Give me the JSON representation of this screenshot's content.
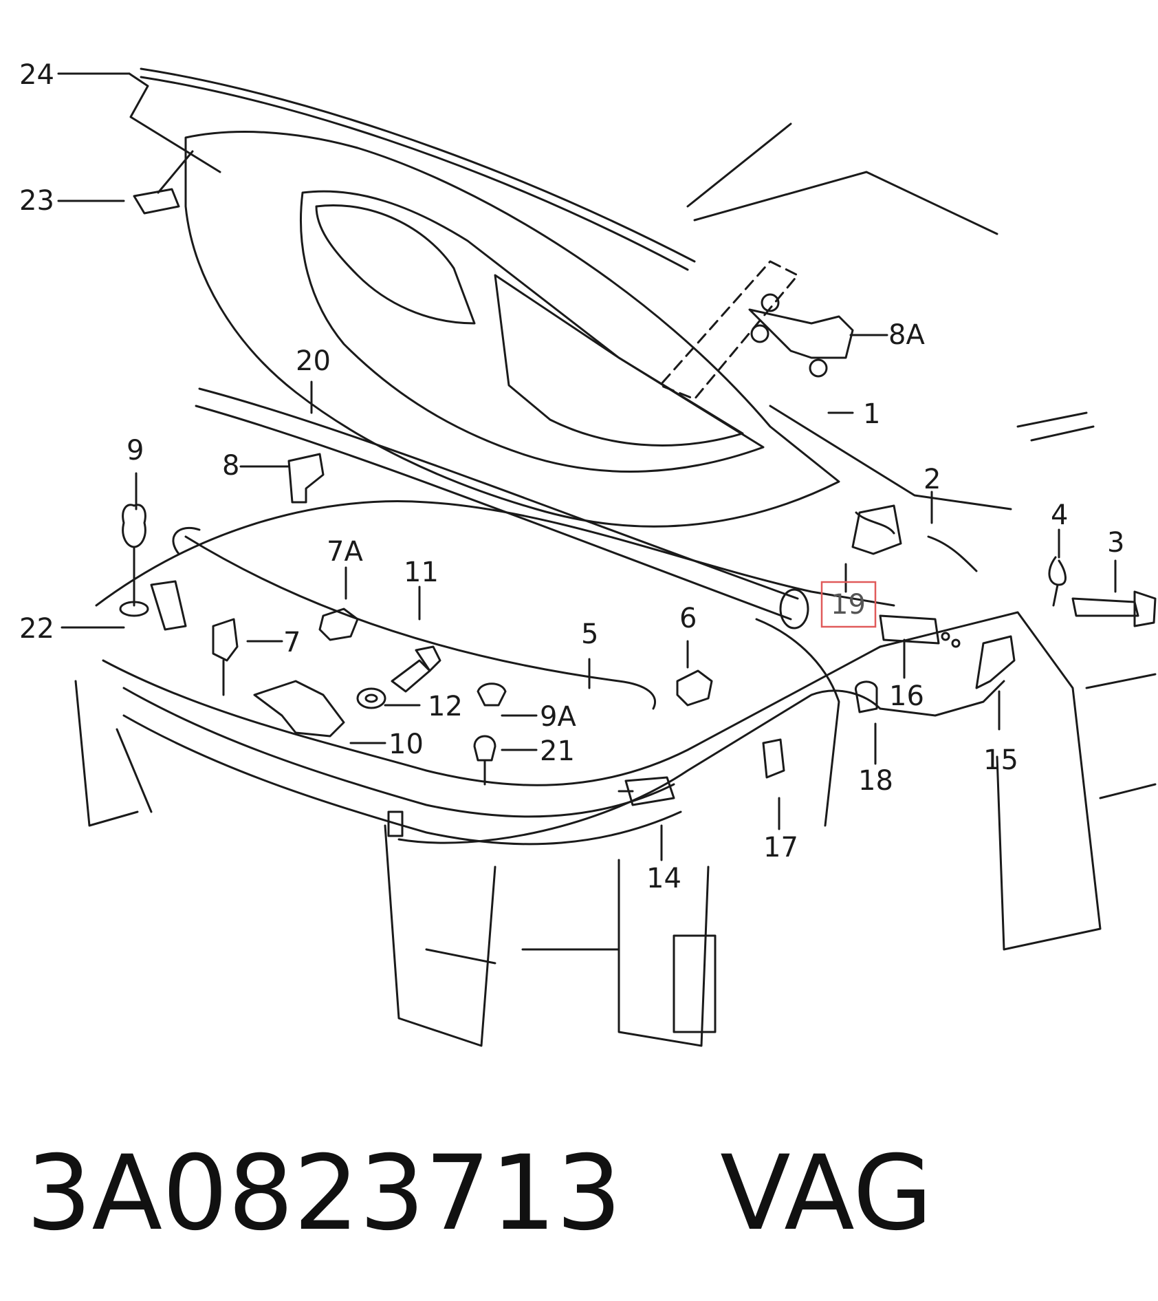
{
  "diagram": {
    "parts": [
      {
        "id": "24",
        "label": "24"
      },
      {
        "id": "23",
        "label": "23"
      },
      {
        "id": "20",
        "label": "20"
      },
      {
        "id": "9",
        "label": "9"
      },
      {
        "id": "8",
        "label": "8"
      },
      {
        "id": "8A",
        "label": "8A"
      },
      {
        "id": "1",
        "label": "1"
      },
      {
        "id": "2",
        "label": "2"
      },
      {
        "id": "4",
        "label": "4"
      },
      {
        "id": "3",
        "label": "3"
      },
      {
        "id": "7A",
        "label": "7A"
      },
      {
        "id": "11",
        "label": "11"
      },
      {
        "id": "5",
        "label": "5"
      },
      {
        "id": "6",
        "label": "6"
      },
      {
        "id": "19",
        "label": "19",
        "highlighted": true
      },
      {
        "id": "22",
        "label": "22"
      },
      {
        "id": "7",
        "label": "7"
      },
      {
        "id": "16",
        "label": "16"
      },
      {
        "id": "12",
        "label": "12"
      },
      {
        "id": "9A",
        "label": "9A"
      },
      {
        "id": "15",
        "label": "15"
      },
      {
        "id": "10",
        "label": "10"
      },
      {
        "id": "21",
        "label": "21"
      },
      {
        "id": "18",
        "label": "18"
      },
      {
        "id": "17",
        "label": "17"
      },
      {
        "id": "14",
        "label": "14"
      }
    ],
    "highlight_color": "#e05a5a"
  },
  "caption": {
    "part_number": "3A0823713",
    "brand": "VAG"
  }
}
